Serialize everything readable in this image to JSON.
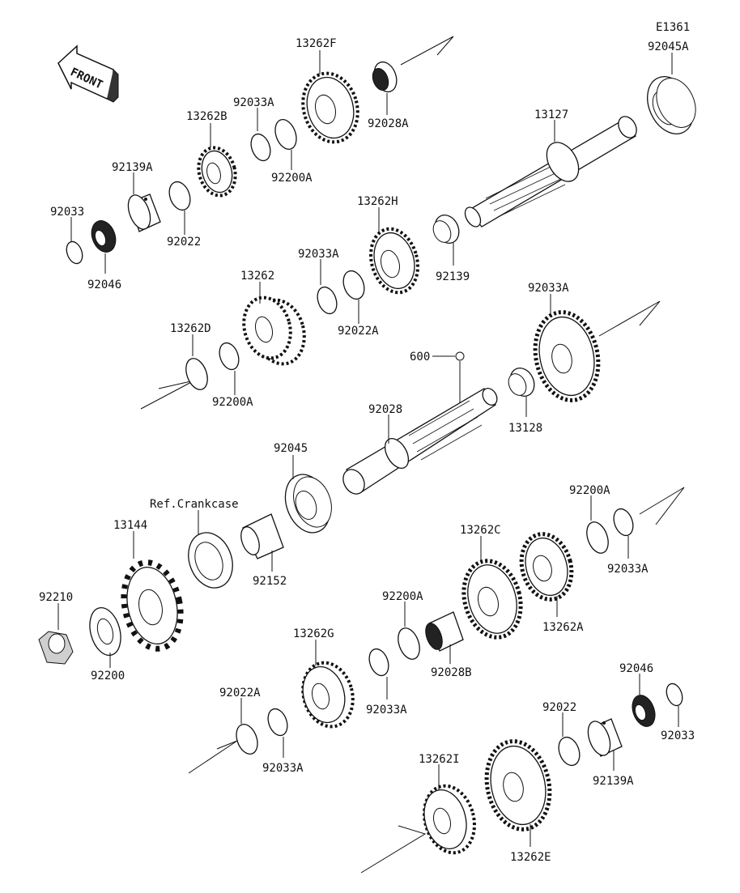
{
  "diagram_code": "E1361",
  "front_label": "FRONT",
  "ref_label": "Ref.Crankcase",
  "labels": [
    {
      "id": "92045A-top",
      "text": "92045A"
    },
    {
      "id": "13262F",
      "text": "13262F"
    },
    {
      "id": "92028A",
      "text": "92028A"
    },
    {
      "id": "92033A-1",
      "text": "92033A"
    },
    {
      "id": "13262B",
      "text": "13262B"
    },
    {
      "id": "92200A-1",
      "text": "92200A"
    },
    {
      "id": "92139A-1",
      "text": "92139A"
    },
    {
      "id": "13127",
      "text": "13127"
    },
    {
      "id": "92033-1",
      "text": "92033"
    },
    {
      "id": "92022-1",
      "text": "92022"
    },
    {
      "id": "92046-1",
      "text": "92046"
    },
    {
      "id": "13262H",
      "text": "13262H"
    },
    {
      "id": "92139",
      "text": "92139"
    },
    {
      "id": "92033A-2",
      "text": "92033A"
    },
    {
      "id": "13262",
      "text": "13262"
    },
    {
      "id": "92022A-1",
      "text": "92022A"
    },
    {
      "id": "13262D",
      "text": "13262D"
    },
    {
      "id": "92200A-2",
      "text": "92200A"
    },
    {
      "id": "92033A-3",
      "text": "92033A"
    },
    {
      "id": "600",
      "text": "600"
    },
    {
      "id": "13128",
      "text": "13128"
    },
    {
      "id": "92028",
      "text": "92028"
    },
    {
      "id": "92045",
      "text": "92045"
    },
    {
      "id": "13144",
      "text": "13144"
    },
    {
      "id": "92152",
      "text": "92152"
    },
    {
      "id": "92200A-3",
      "text": "92200A"
    },
    {
      "id": "92033A-4",
      "text": "92033A"
    },
    {
      "id": "13262C",
      "text": "13262C"
    },
    {
      "id": "92210",
      "text": "92210"
    },
    {
      "id": "92200A-4",
      "text": "92200A"
    },
    {
      "id": "13262A",
      "text": "13262A"
    },
    {
      "id": "92200",
      "text": "92200"
    },
    {
      "id": "92028B",
      "text": "92028B"
    },
    {
      "id": "13262G",
      "text": "13262G"
    },
    {
      "id": "92033A-5",
      "text": "92033A"
    },
    {
      "id": "92046-2",
      "text": "92046"
    },
    {
      "id": "92022A-2",
      "text": "92022A"
    },
    {
      "id": "92022-2",
      "text": "92022"
    },
    {
      "id": "92033-2",
      "text": "92033"
    },
    {
      "id": "92033A-6",
      "text": "92033A"
    },
    {
      "id": "92139A-2",
      "text": "92139A"
    },
    {
      "id": "13262I",
      "text": "13262I"
    },
    {
      "id": "13262E",
      "text": "13262E"
    }
  ]
}
